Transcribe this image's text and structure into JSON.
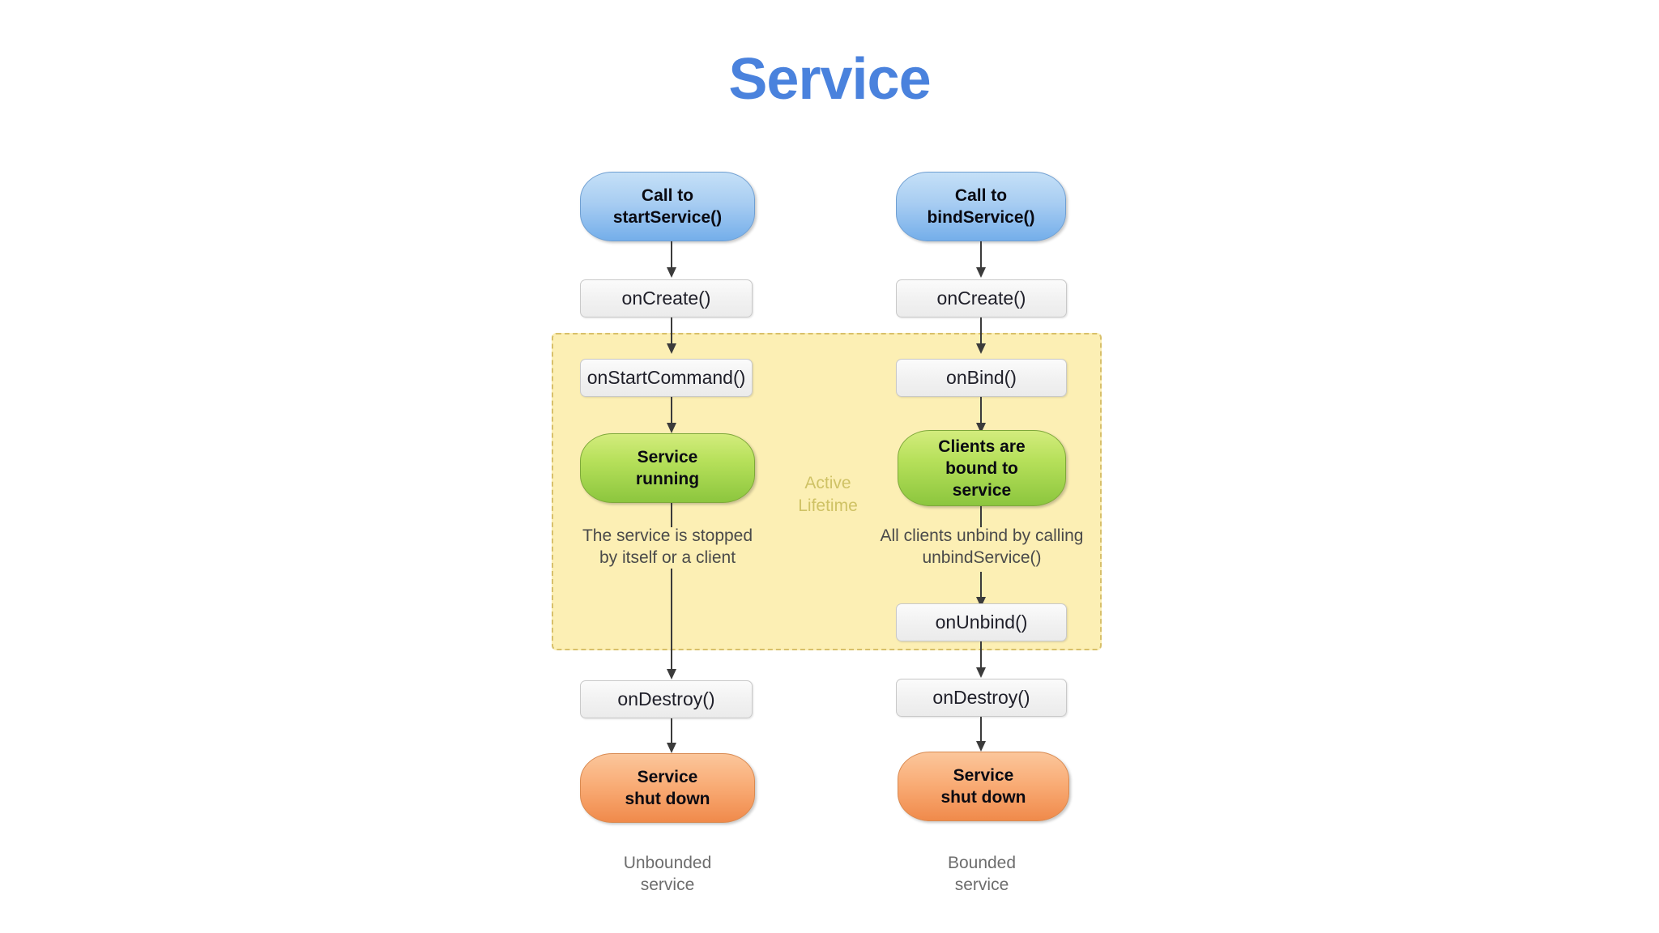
{
  "title": "Service",
  "theme": {
    "title_color": "#4a82dd",
    "active_region_fill": "#fcefb4",
    "active_region_border": "#d8c06a",
    "active_region_label_color": "#cfc265",
    "blue_node": "#a8cdf2",
    "green_node": "#b6e05a",
    "orange_node": "#f9ad77",
    "grey_node": "#f1f1f1",
    "connector": "#3b3b3b",
    "background": "#ffffff"
  },
  "active_region": {
    "label_line1": "Active",
    "label_line2": "Lifetime"
  },
  "columns": [
    {
      "id": "unbounded",
      "caption_line1": "Unbounded",
      "caption_line2": "service",
      "nodes": {
        "entry_line1": "Call to",
        "entry_line2": "startService()",
        "on_create": "onCreate()",
        "on_start_command": "onStartCommand()",
        "running_line1": "Service",
        "running_line2": "running",
        "annotation_line1": "The service is stopped",
        "annotation_line2": "by itself or a client",
        "on_destroy": "onDestroy()",
        "shutdown_line1": "Service",
        "shutdown_line2": "shut down"
      }
    },
    {
      "id": "bounded",
      "caption_line1": "Bounded",
      "caption_line2": "service",
      "nodes": {
        "entry_line1": "Call to",
        "entry_line2": "bindService()",
        "on_create": "onCreate()",
        "on_bind": "onBind()",
        "bound_line1": "Clients are",
        "bound_line2": "bound to",
        "bound_line3": "service",
        "annotation_line1": "All clients unbind by calling",
        "annotation_line2": "unbindService()",
        "on_unbind": "onUnbind()",
        "on_destroy": "onDestroy()",
        "shutdown_line1": "Service",
        "shutdown_line2": "shut down"
      }
    }
  ]
}
